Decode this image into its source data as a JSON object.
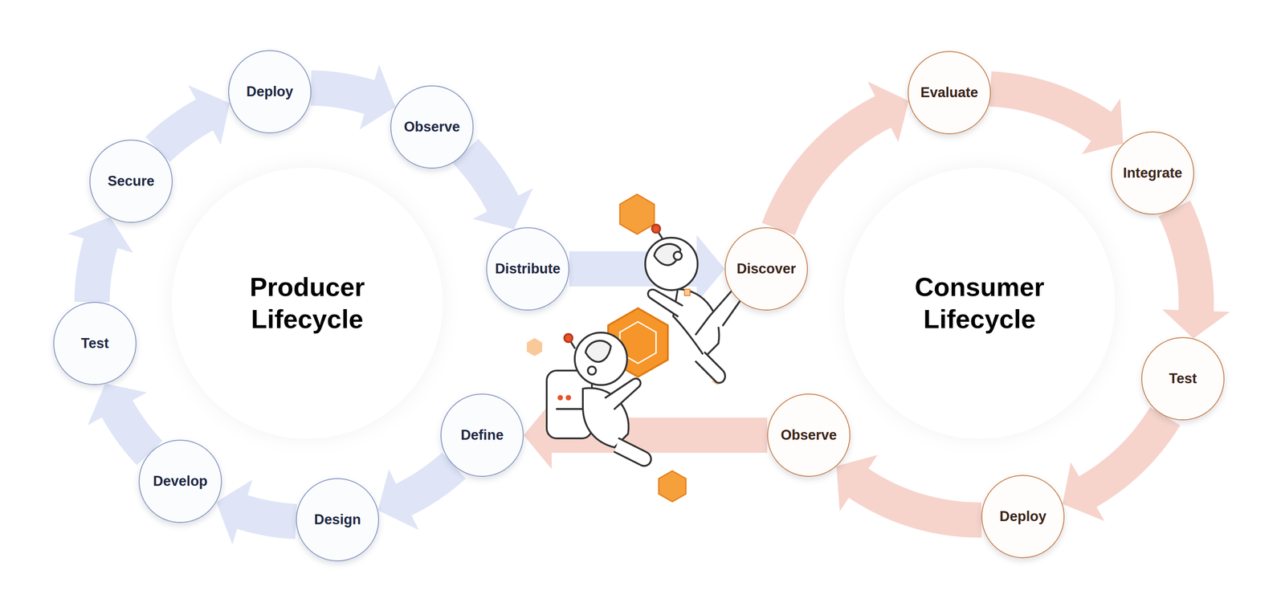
{
  "diagram": {
    "nodes": [
      {
        "text": [
          "Producer Lifecycle"
        ]
      },
      {
        "text": [
          "Consumer Lifecycle"
        ]
      },
      {
        "text": [
          "Define"
        ]
      },
      {
        "text": [
          "Design"
        ]
      },
      {
        "text": [
          "Develop"
        ]
      },
      {
        "text": [
          "Test"
        ]
      },
      {
        "text": [
          "Secure"
        ]
      },
      {
        "text": [
          "Deploy"
        ]
      },
      {
        "text": [
          "Observe"
        ]
      },
      {
        "text": [
          "Distribute"
        ]
      },
      {
        "text": [
          "Discover"
        ]
      },
      {
        "text": [
          "Evaluate"
        ]
      },
      {
        "text": [
          "Integrate"
        ]
      },
      {
        "text": [
          "Test"
        ]
      },
      {
        "text": [
          "Deploy"
        ]
      },
      {
        "text": [
          "Observe"
        ]
      }
    ],
    "edges": [
      {
        "from": 2,
        "to": 3,
        "arrow": "to"
      },
      {
        "from": 3,
        "to": 4,
        "arrow": "to"
      },
      {
        "from": 4,
        "to": 5,
        "arrow": "to"
      },
      {
        "from": 5,
        "to": 6,
        "arrow": "to"
      },
      {
        "from": 6,
        "to": 7,
        "arrow": "to"
      },
      {
        "from": 7,
        "to": 8,
        "arrow": "to"
      },
      {
        "from": 8,
        "to": 9,
        "arrow": "to"
      },
      {
        "from": 9,
        "to": 10,
        "arrow": "to"
      },
      {
        "from": 10,
        "to": 11,
        "arrow": "to"
      },
      {
        "from": 11,
        "to": 12,
        "arrow": "to"
      },
      {
        "from": 12,
        "to": 13,
        "arrow": "to"
      },
      {
        "from": 13,
        "to": 14,
        "arrow": "to"
      },
      {
        "from": 14,
        "to": 15,
        "arrow": "to"
      },
      {
        "from": 15,
        "to": 2,
        "arrow": "to"
      }
    ]
  }
}
